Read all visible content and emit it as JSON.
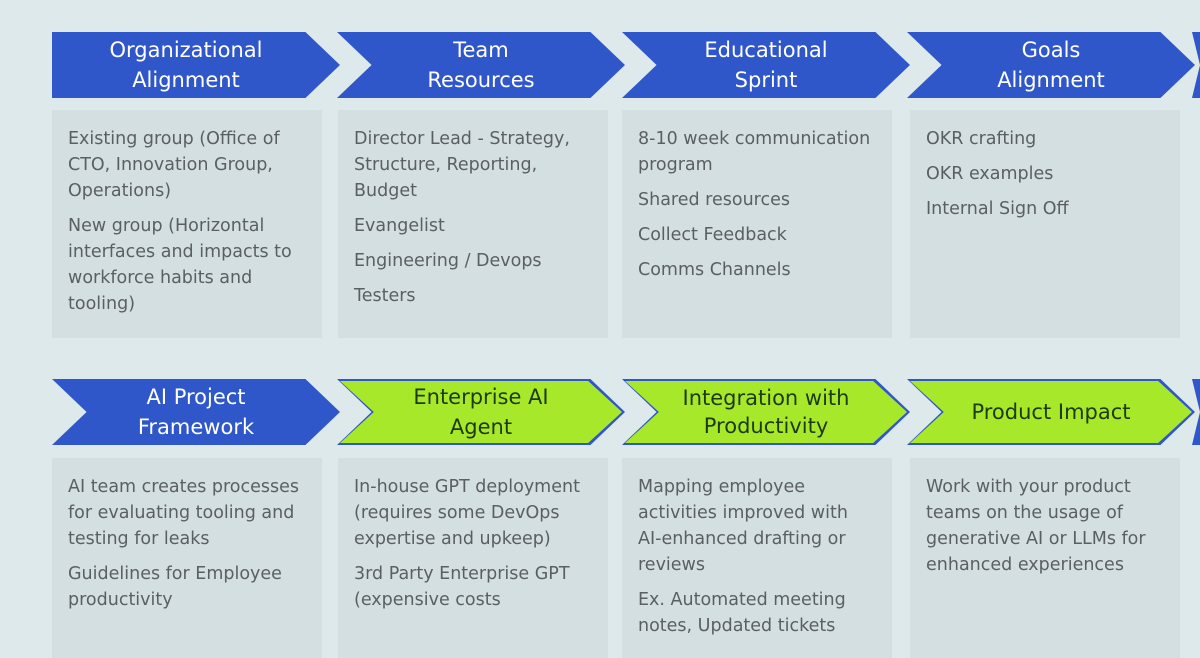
{
  "row1": [
    {
      "title": "Organizational Alignment",
      "items": [
        "Existing group (Office of CTO, Innovation Group, Operations)",
        "New group (Horizontal interfaces and impacts to workforce habits and tooling)"
      ]
    },
    {
      "title": "Team Resources",
      "items": [
        "Director Lead - Strategy, Structure, Reporting, Budget",
        "Evangelist",
        "Engineering / Devops",
        "Testers"
      ]
    },
    {
      "title": "Educational Sprint",
      "items": [
        "8-10 week communication program",
        "Shared resources",
        "Collect Feedback",
        "Comms Channels"
      ]
    },
    {
      "title": "Goals Alignment",
      "items": [
        "OKR crafting",
        "OKR examples",
        "Internal Sign Off"
      ]
    }
  ],
  "row2": [
    {
      "title": "AI Project Framework",
      "items": [
        "AI team creates processes for evaluating tooling and testing for leaks",
        "Guidelines for Employee productivity"
      ]
    },
    {
      "title": "Enterprise AI Agent",
      "items": [
        "In-house GPT deployment (requires some DevOps expertise and upkeep)",
        "3rd Party Enterprise GPT (expensive costs"
      ]
    },
    {
      "title": "Integration with Productivity",
      "items": [
        "Mapping employee activities improved with AI-enhanced drafting or reviews",
        "Ex. Automated meeting notes, Updated tickets"
      ]
    },
    {
      "title": "Product Impact",
      "items": [
        "Work with your product teams on the usage of generative AI or LLMs for enhanced experiences"
      ]
    }
  ],
  "colors": {
    "background": "#dde9ea",
    "blue": "#2f57c9",
    "green": "#a8e82a",
    "card": "#d3dfe0"
  }
}
